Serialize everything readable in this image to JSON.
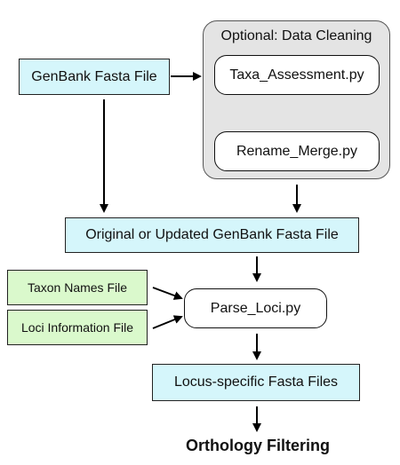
{
  "diagram": {
    "optional_group": {
      "title": "Optional: Data Cleaning",
      "steps": [
        "Taxa_Assessment.py",
        "Rename_Merge.py"
      ]
    },
    "genbank_fasta_file": "GenBank Fasta File",
    "updated_fasta_file": "Original or Updated GenBank Fasta File",
    "taxon_names_file": "Taxon Names File",
    "loci_information_file": "Loci Information File",
    "parse_loci_script": "Parse_Loci.py",
    "locus_fasta_files": "Locus-specific Fasta Files",
    "final_step": "Orthology Filtering"
  }
}
